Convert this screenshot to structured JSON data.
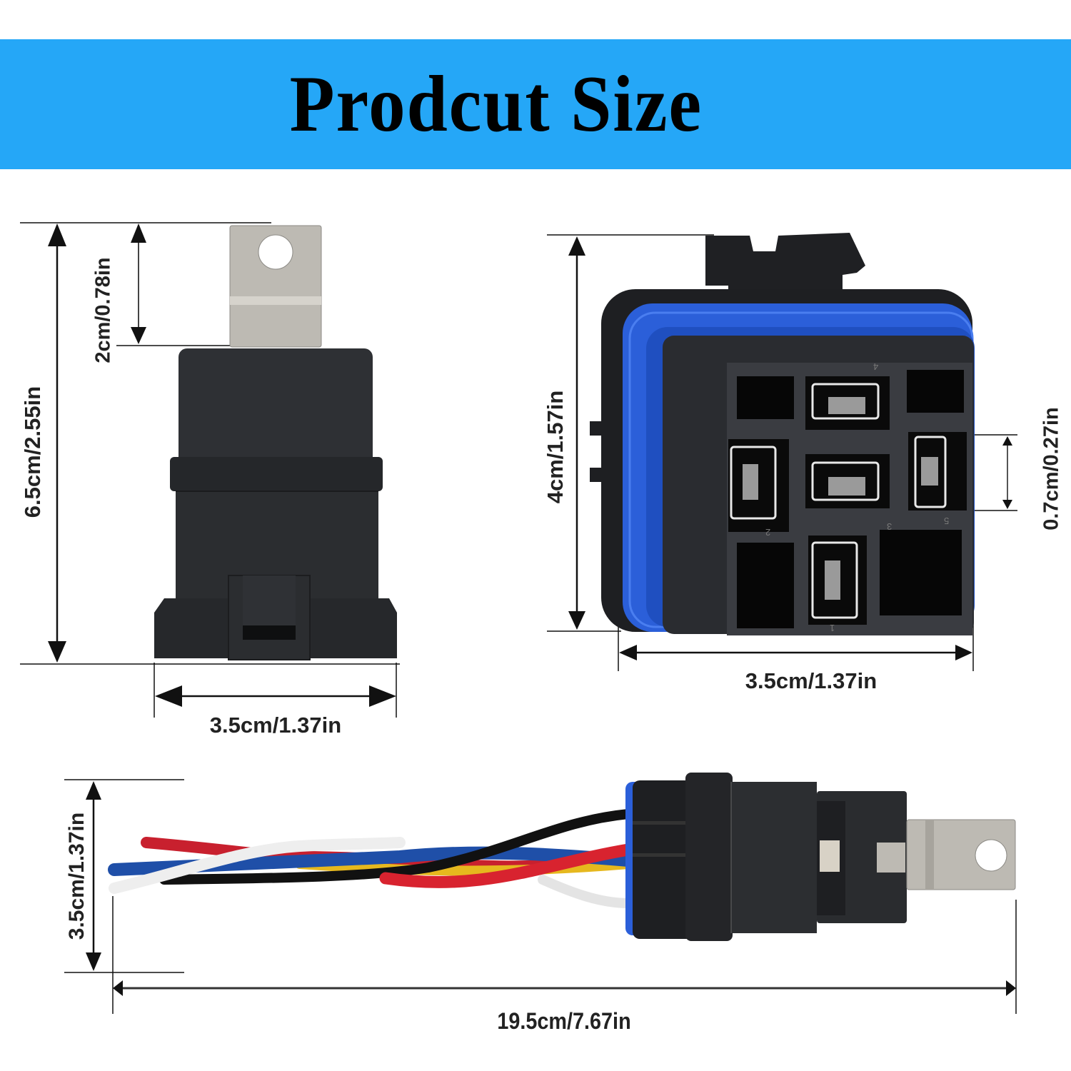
{
  "banner": {
    "title": "Prodcut Size",
    "background_color": "#25a7f7",
    "text_color": "#000000"
  },
  "views": [
    {
      "id": "side-view",
      "subject": "relay with metal mounting tab",
      "dimensions": {
        "total_height": "6.5cm/2.55in",
        "tab_height": "2cm/0.78in",
        "width": "3.5cm/1.37in"
      }
    },
    {
      "id": "socket-view",
      "subject": "waterproof relay socket with blue seal and 5 terminals",
      "dimensions": {
        "height": "4cm/1.57in",
        "terminal_width": "0.7cm/0.27in",
        "width": "3.5cm/1.37in"
      },
      "pin_numbers": [
        "4",
        "2",
        "3",
        "5",
        "1"
      ]
    },
    {
      "id": "harness-view",
      "subject": "relay plugged into socket with 5 colored wires",
      "dimensions": {
        "height": "3.5cm/1.37in",
        "total_length": "19.5cm/7.67in"
      },
      "wire_colors": [
        "red",
        "blue",
        "white",
        "black",
        "yellow"
      ]
    }
  ],
  "colors": {
    "relay_body": "#2a2c2f",
    "seal_blue": "#2b5fd9",
    "metal_tab": "#bdbab3",
    "wire_red": "#c8202e",
    "wire_blue": "#1f4fa8",
    "wire_white": "#eeeeee",
    "wire_black": "#111111",
    "wire_yellow": "#e6b81e"
  }
}
